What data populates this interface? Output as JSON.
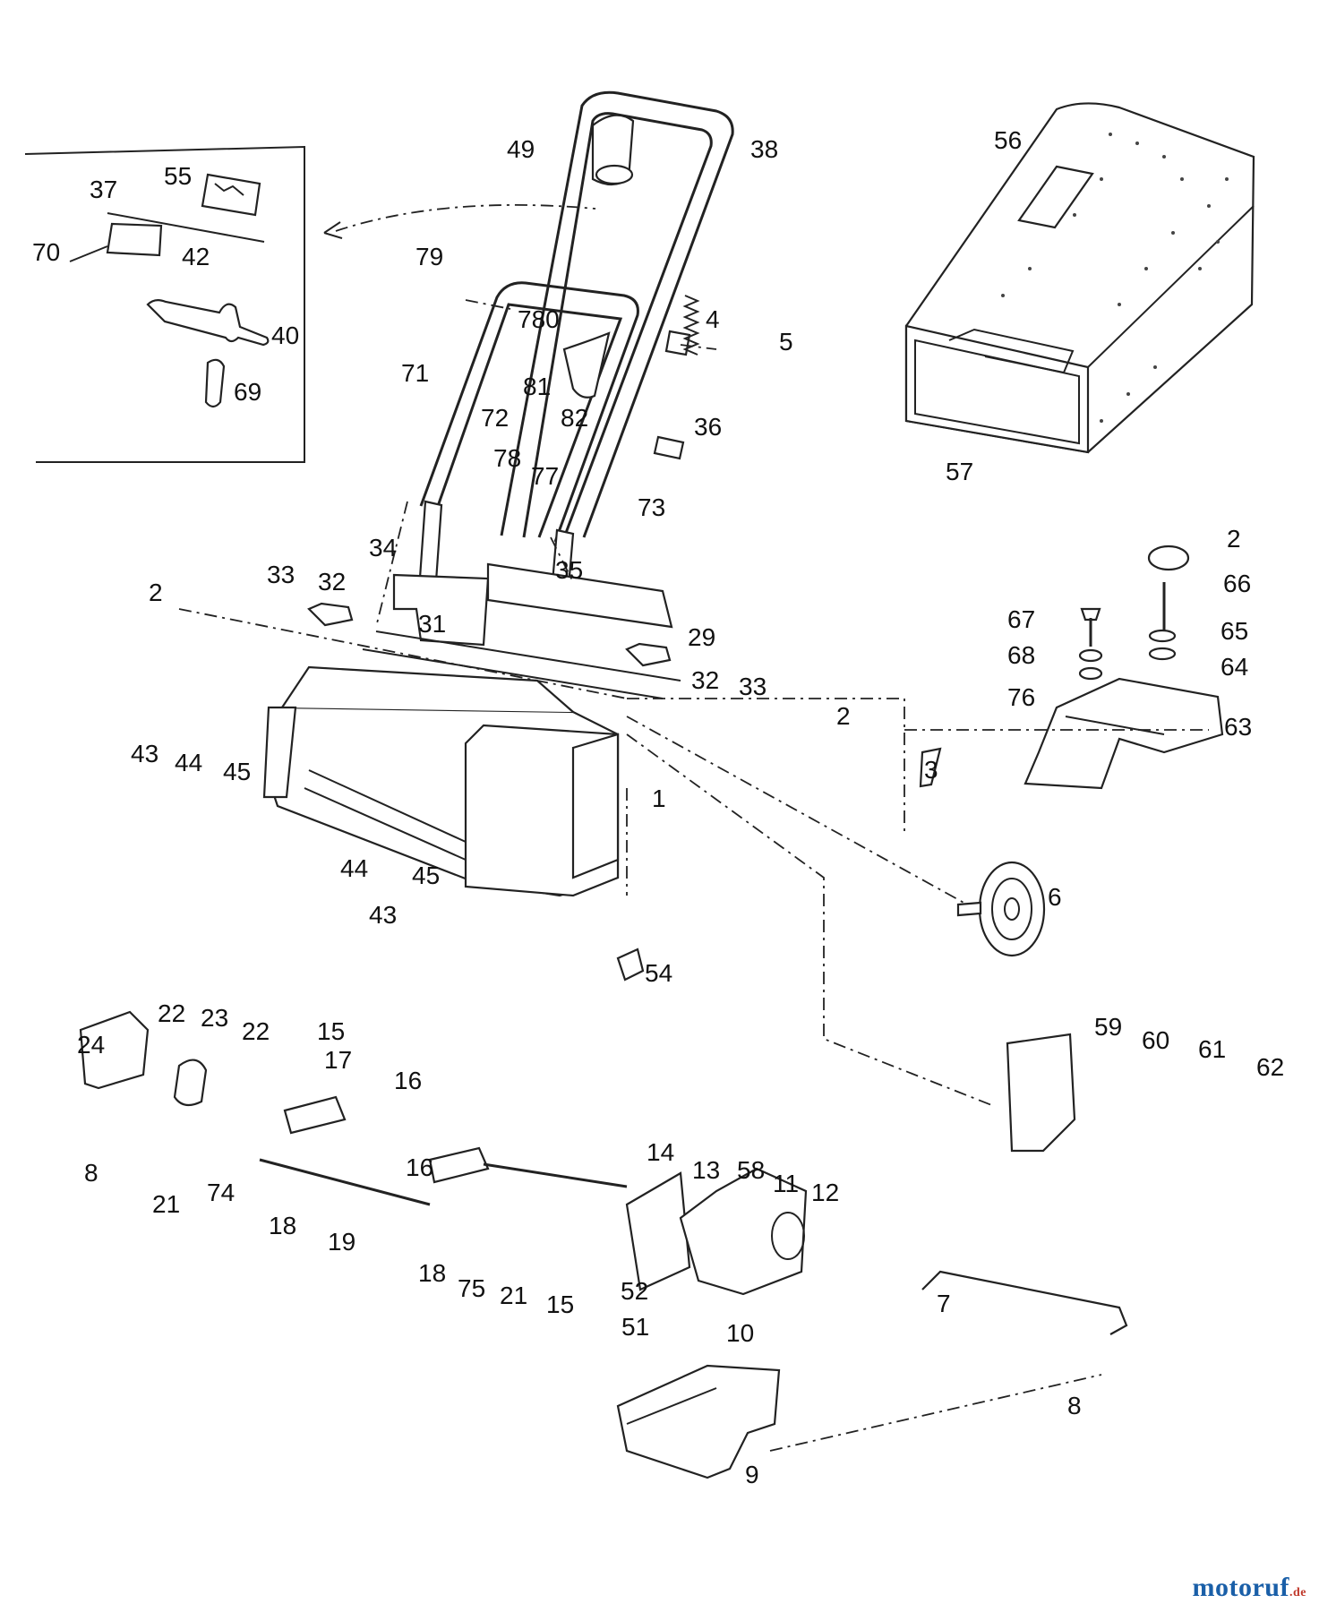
{
  "diagram": {
    "part_labels": [
      "49",
      "38",
      "56",
      "37",
      "55",
      "42",
      "70",
      "40",
      "69",
      "79",
      "780",
      "4",
      "5",
      "71",
      "81",
      "82",
      "36",
      "72",
      "78",
      "77",
      "73",
      "57",
      "34",
      "35",
      "2",
      "33",
      "32",
      "31",
      "29",
      "2",
      "66",
      "67",
      "65",
      "68",
      "64",
      "76",
      "63",
      "32",
      "33",
      "43",
      "44",
      "45",
      "2",
      "3",
      "1",
      "44",
      "45",
      "43",
      "6",
      "54",
      "22",
      "23",
      "22",
      "15",
      "17",
      "24",
      "16",
      "59",
      "60",
      "61",
      "62",
      "8",
      "21",
      "74",
      "18",
      "19",
      "16",
      "14",
      "13",
      "58",
      "11",
      "12",
      "18",
      "75",
      "21",
      "15",
      "52",
      "51",
      "10",
      "7",
      "8",
      "9"
    ]
  },
  "watermark": {
    "name": "motoruf",
    "tld": ".de",
    "color": "#1a5fa8"
  }
}
